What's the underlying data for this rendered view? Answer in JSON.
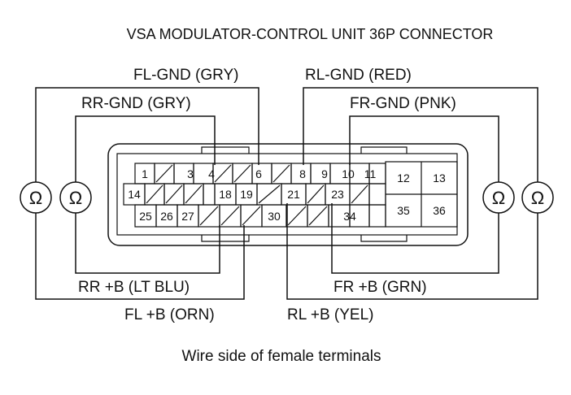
{
  "title": "VSA MODULATOR-CONTROL UNIT 36P CONNECTOR",
  "caption": "Wire side of female terminals",
  "ohm_symbol": "Ω",
  "wire_labels": {
    "fl_gnd": "FL-GND (GRY)",
    "rl_gnd": "RL-GND (RED)",
    "rr_gnd": "RR-GND (GRY)",
    "fr_gnd": "FR-GND (PNK)",
    "rr_b": "RR +B (LT BLU)",
    "fr_b": "FR +B (GRN)",
    "fl_b": "FL +B (ORN)",
    "rl_b": "RL +B (YEL)"
  },
  "pins": {
    "p1": "1",
    "p3": "3",
    "p4": "4",
    "p6": "6",
    "p8": "8",
    "p9": "9",
    "p10": "10",
    "p11": "11",
    "p12": "12",
    "p13": "13",
    "p14": "14",
    "p18": "18",
    "p19": "19",
    "p21": "21",
    "p23": "23",
    "p25": "25",
    "p26": "26",
    "p27": "27",
    "p30": "30",
    "p34": "34",
    "p35": "35",
    "p36": "36"
  }
}
